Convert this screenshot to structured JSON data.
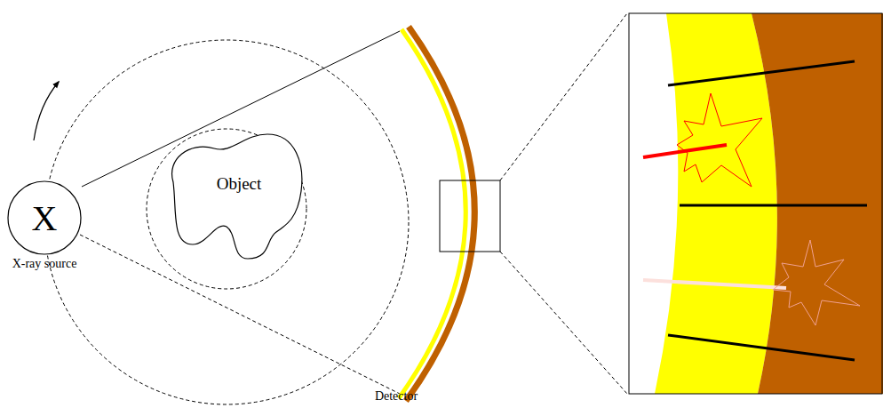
{
  "diagram": {
    "nodes": [
      {
        "text": [
          "X",
          "X-ray source"
        ]
      },
      {
        "text": [
          "Object"
        ]
      }
    ],
    "labels": [
      "Detector"
    ]
  }
}
